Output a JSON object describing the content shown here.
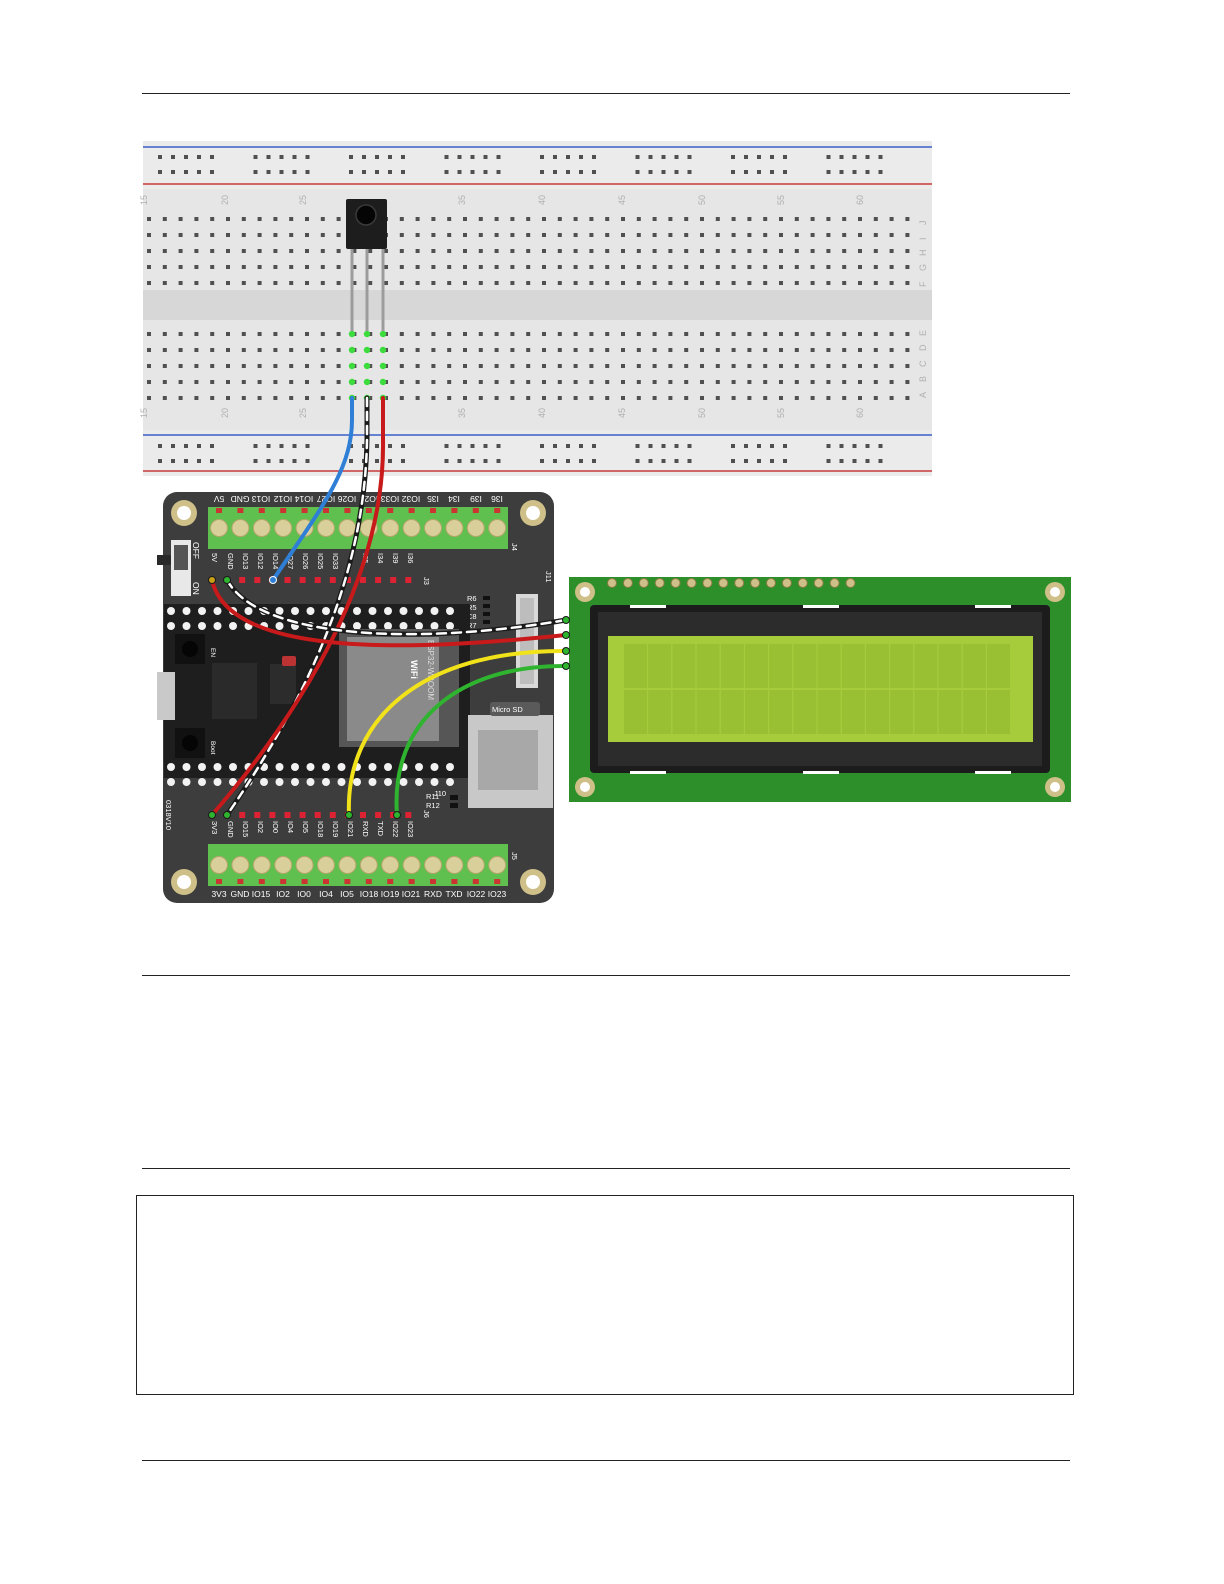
{
  "breadboard": {
    "top_column_numbers": [
      "15",
      "20",
      "25",
      "35",
      "40",
      "45",
      "50",
      "55",
      "60"
    ],
    "bottom_column_numbers": [
      "15",
      "20",
      "25",
      "35",
      "40",
      "45",
      "50",
      "55",
      "60"
    ],
    "row_letters_top": [
      "J",
      "I",
      "H",
      "G",
      "F"
    ],
    "row_letters_bottom": [
      "E",
      "D",
      "C",
      "B",
      "A"
    ]
  },
  "board": {
    "j4_header_labels": [
      "5V",
      "GND",
      "IO13",
      "IO12",
      "IO14",
      "IO27",
      "IO26",
      "IO25",
      "IO33",
      "IO32",
      "I35",
      "I34",
      "I39",
      "I36"
    ],
    "j3_header_labels": [
      "5V",
      "GND",
      "IO13",
      "IO12",
      "IO14",
      "IO27",
      "IO26",
      "IO25",
      "IO33",
      "I35",
      "I34",
      "I39",
      "I36"
    ],
    "j6_header_labels": [
      "3V3",
      "GND",
      "IO15",
      "IO2",
      "IO0",
      "IO4",
      "IO5",
      "IO18",
      "IO19",
      "IO21",
      "RXD",
      "TXD",
      "IO22",
      "IO23"
    ],
    "j5_header_labels": [
      "3V3",
      "GND",
      "IO15",
      "IO2",
      "IO0",
      "IO4",
      "IO5",
      "IO18",
      "IO19",
      "IO21",
      "RXD",
      "TXD",
      "IO22",
      "IO23"
    ],
    "connector_ids": [
      "J4",
      "J3",
      "J11",
      "J10",
      "J6",
      "J5"
    ],
    "power_switch": {
      "off": "OFF",
      "on": "ON"
    },
    "resistors_top": [
      "R6",
      "R5",
      "C8",
      "R7"
    ],
    "resistors_bottom": [
      "R11",
      "R12"
    ],
    "module_text": [
      "ESP32-WROOM",
      "WiFi"
    ],
    "button_labels": [
      "EN",
      "Boot"
    ],
    "microsd_label": "Micro SD",
    "version_label": "0318V10"
  },
  "lcd": {
    "columns": 16,
    "rows": 2
  },
  "colors": {
    "wire_red": "#c81a1a",
    "wire_black": "#1a1a1a",
    "wire_white": "#ffffff",
    "wire_blue": "#2f7fd6",
    "wire_yellow": "#f2e21a",
    "wire_green": "#2fb42f",
    "lcd_pcb": "#2d8f2a",
    "lcd_screen": "#a6cc3c",
    "board": "#3d3d3d",
    "terminal_green": "#5fbf4f"
  }
}
